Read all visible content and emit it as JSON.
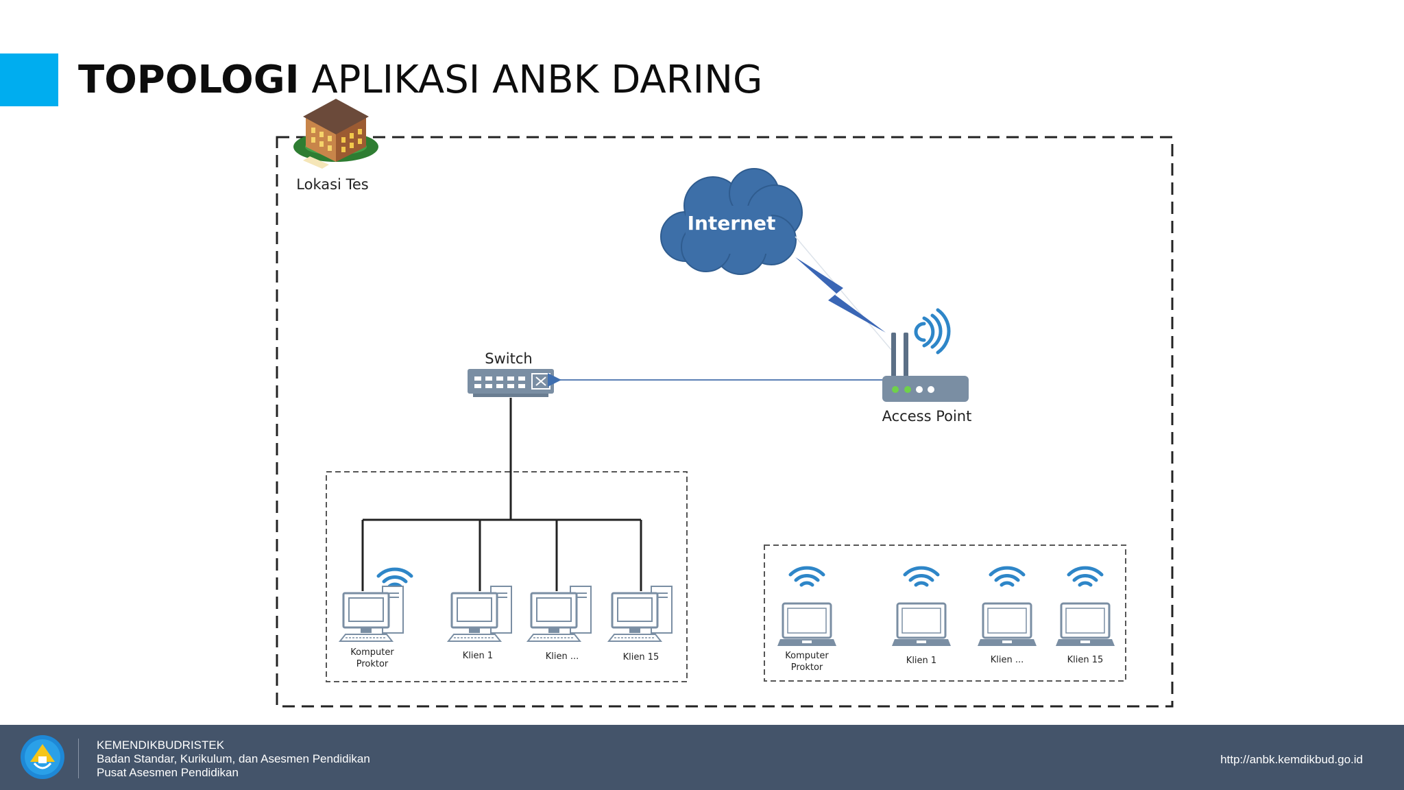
{
  "slide": {
    "title_bold": "TOPOLOGI",
    "title_rest": "APLIKASI ANBK DARING"
  },
  "diagram": {
    "location_label": "Lokasi Tes",
    "cloud_label": "Internet",
    "switch_label": "Switch",
    "access_point_label": "Access Point",
    "wired_group": {
      "clients": [
        {
          "line1": "Komputer",
          "line2": "Proktor"
        },
        {
          "line1": "Klien 1",
          "line2": ""
        },
        {
          "line1": "Klien ...",
          "line2": ""
        },
        {
          "line1": "Klien 15",
          "line2": ""
        }
      ]
    },
    "wireless_group": {
      "clients": [
        {
          "line1": "Komputer",
          "line2": "Proktor"
        },
        {
          "line1": "Klien 1",
          "line2": ""
        },
        {
          "line1": "Klien ...",
          "line2": ""
        },
        {
          "line1": "Klien 15",
          "line2": ""
        }
      ]
    }
  },
  "footer": {
    "org_line1": "KEMENDIKBUDRISTEK",
    "org_line2": "Badan Standar, Kurikulum, dan Asesmen Pendidikan",
    "org_line3": "Pusat Asesmen Pendidikan",
    "url": "http://anbk.kemdikbud.go.id"
  },
  "colors": {
    "accent": "#00adef",
    "footer_bg": "#44546a",
    "device": "#7a8ea3",
    "wifi": "#2e86c8",
    "cloud": "#3d6fa8"
  },
  "icons": [
    "school-building-icon",
    "cloud-icon",
    "switch-icon",
    "router-icon",
    "desktop-computer-icon",
    "laptop-icon",
    "wifi-icon",
    "lightning-icon"
  ]
}
